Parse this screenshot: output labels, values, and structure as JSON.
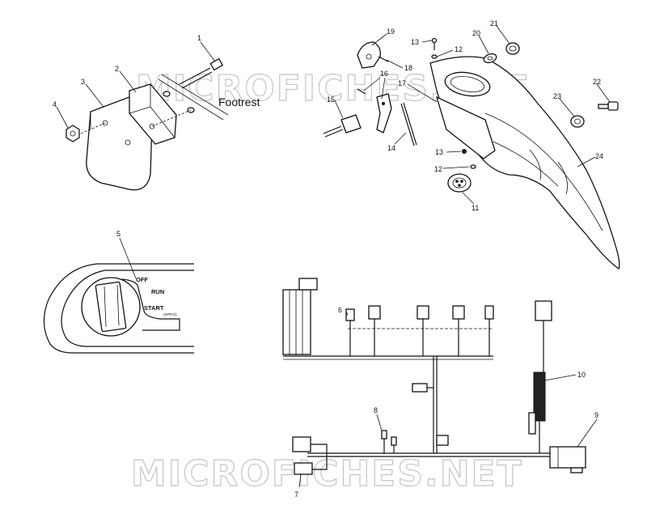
{
  "watermark_text": "MICROFICHES.NET",
  "note_footrest": "Footrest",
  "switch_labels": {
    "off": "OFF",
    "run": "RUN",
    "start": "START",
    "spring": "(SPR'G)"
  },
  "callouts": [
    "1",
    "2",
    "3",
    "4",
    "5",
    "6",
    "7",
    "8",
    "9",
    "10",
    "11",
    "12",
    "12",
    "13",
    "13",
    "14",
    "15",
    "16",
    "17",
    "18",
    "19",
    "20",
    "21",
    "22",
    "23",
    "24"
  ]
}
